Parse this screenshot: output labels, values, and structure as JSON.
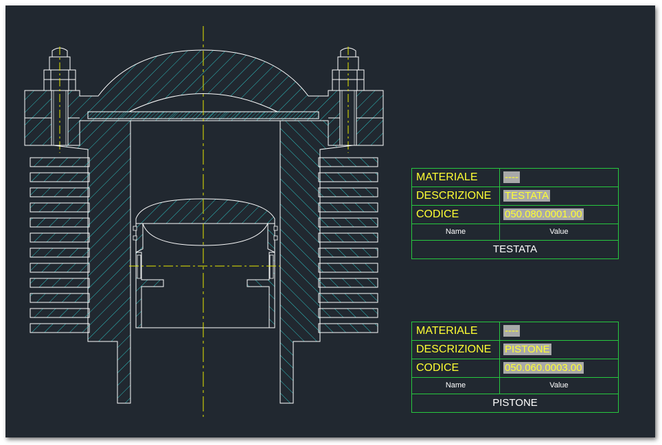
{
  "tables": [
    {
      "rows": [
        {
          "key": "MATERIALE",
          "value": "----"
        },
        {
          "key": "DESCRIZIONE",
          "value": "TESTATA"
        },
        {
          "key": "CODICE",
          "value": "050.080.0001.00"
        }
      ],
      "header_name": "Name",
      "header_value": "Value",
      "title": "TESTATA"
    },
    {
      "rows": [
        {
          "key": "MATERIALE",
          "value": "----"
        },
        {
          "key": "DESCRIZIONE",
          "value": "PISTONE"
        },
        {
          "key": "CODICE",
          "value": "050.060.0003.00"
        }
      ],
      "header_name": "Name",
      "header_value": "Value",
      "title": "PISTONE"
    }
  ],
  "colors": {
    "background": "#212830",
    "outline": "#ffffff",
    "hatch": "#2ec4c4",
    "centerline": "#e8e800",
    "table_border": "#27c93f",
    "table_text": "#ffff33",
    "value_highlight": "#a9a9a9"
  }
}
